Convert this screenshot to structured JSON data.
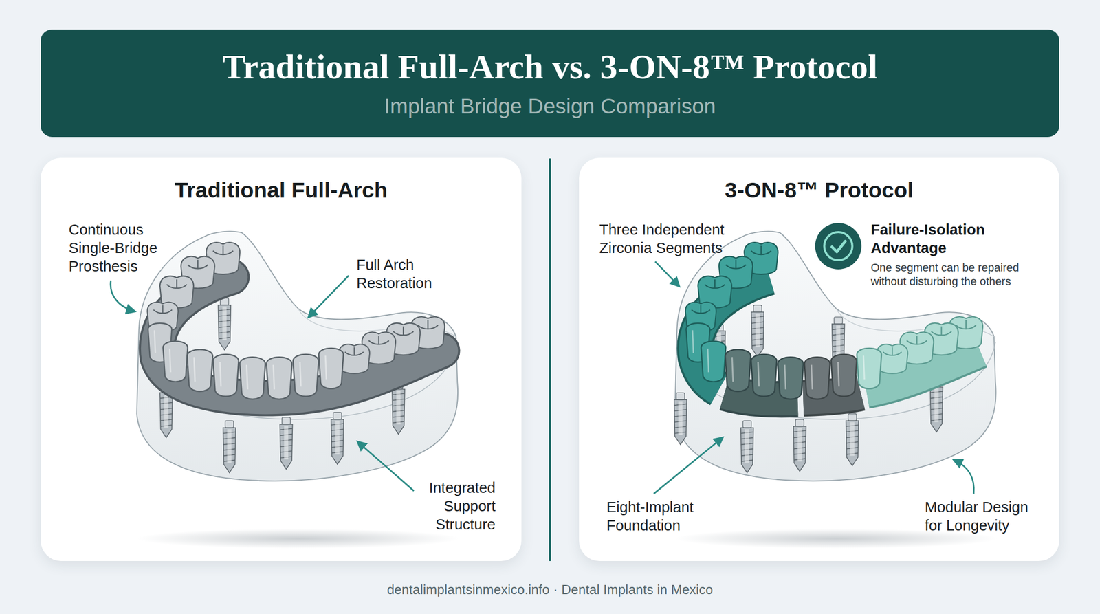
{
  "diagram": {
    "title": "Traditional Full-Arch vs. 3-ON-8™ Protocol",
    "nodes": [
      {
        "text": [
          "Traditional Full-Arch"
        ]
      },
      {
        "text": [
          "3-ON-8™ Protocol"
        ]
      }
    ],
    "labels": [
      "Implant Bridge Design Comparison",
      "Continuous Single-Bridge Prosthesis",
      "Full Arch Restoration",
      "Integrated Support Structure",
      "Three Independent Zirconia Segments",
      "Failure-Isolation Advantage",
      "One segment can be repaired without disturbing the others",
      "Eight-Implant Foundation",
      "Modular Design for Longevity",
      "dentalimplantsinmexico.info · Dental Implants in Mexico"
    ]
  }
}
